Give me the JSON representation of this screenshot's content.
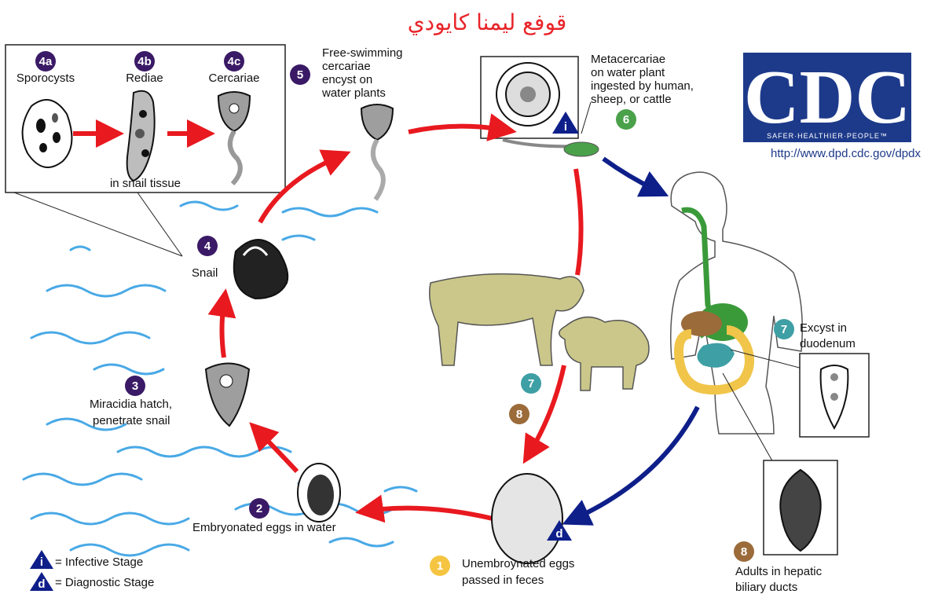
{
  "title": "قوفع ليمنا كايودي",
  "url": "http://www.dpd.cdc.gov/dpdx",
  "cdc_logo": {
    "text": "CDC",
    "tagline": "SAFER·HEALTHIER·PEOPLE™",
    "color": "#1d3a8a"
  },
  "colors": {
    "red_arrow": "#e8191f",
    "blue_arrow": "#0e1f8a",
    "water": "#49a9e6",
    "stage_purple": "#3a1a66",
    "stage_green": "#4aa14a",
    "stage_teal": "#3e9fa4",
    "stage_brown": "#9b6b3a",
    "stage_yellow": "#f5c542"
  },
  "snail_box": {
    "stages": [
      {
        "badge": "4a",
        "label": "Sporocysts"
      },
      {
        "badge": "4b",
        "label": "Rediae"
      },
      {
        "badge": "4c",
        "label": "Cercariae"
      }
    ],
    "caption": "in snail tissue"
  },
  "stages": {
    "s1": {
      "badge": "1",
      "text": [
        "Unembroynated eggs",
        "passed in feces"
      ]
    },
    "s2": {
      "badge": "2",
      "text": [
        "Embryonated eggs in water"
      ]
    },
    "s3": {
      "badge": "3",
      "text": [
        "Miracidia hatch,",
        "penetrate snail"
      ]
    },
    "s4": {
      "badge": "4",
      "text": [
        "Snail"
      ]
    },
    "s5": {
      "badge": "5",
      "text": [
        "Free-swimming",
        "cercariae",
        "encyst on",
        "water plants"
      ]
    },
    "s6": {
      "badge": "6",
      "text": [
        "Metacercariae",
        "on water plant",
        "ingested by human,",
        "sheep, or cattle"
      ]
    },
    "s7": {
      "badge": "7",
      "text": [
        "Excyst in",
        "duodenum"
      ]
    },
    "s7b": {
      "badge": "7"
    },
    "s8": {
      "badge": "8",
      "text": [
        "Adults in hepatic",
        "biliary ducts"
      ]
    },
    "s8b": {
      "badge": "8"
    }
  },
  "markers": {
    "infective": "i",
    "diagnostic": "d"
  },
  "legend": [
    {
      "symbol": "i",
      "text": "= Infective Stage"
    },
    {
      "symbol": "d",
      "text": "= Diagnostic Stage"
    }
  ]
}
